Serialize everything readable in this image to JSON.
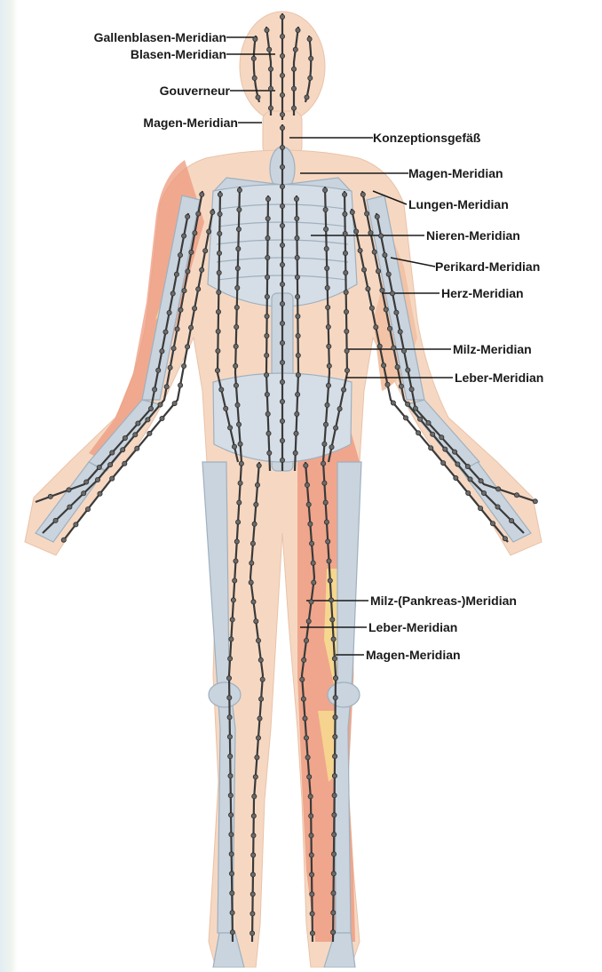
{
  "figure": {
    "colors": {
      "skin": "#f6d8c2",
      "muscle": "#ee9a7e",
      "muscle_light": "#f5c29c",
      "highlight": "#f7df8f",
      "bone": "#c9d4de",
      "meridian_line": "#3a3a3a",
      "label_text": "#1a1a1a"
    },
    "labels_left": [
      {
        "id": "gallenblasen",
        "text": "Gallenblasen-Meridian"
      },
      {
        "id": "blasen",
        "text": "Blasen-Meridian"
      },
      {
        "id": "gouverneur",
        "text": "Gouverneur"
      },
      {
        "id": "magen-head",
        "text": "Magen-Meridian"
      }
    ],
    "labels_right": [
      {
        "id": "konzeption",
        "text": "Konzeptionsgefäß"
      },
      {
        "id": "magen-chest",
        "text": "Magen-Meridian"
      },
      {
        "id": "lungen",
        "text": "Lungen-Meridian"
      },
      {
        "id": "nieren",
        "text": "Nieren-Meridian"
      },
      {
        "id": "perikard",
        "text": "Perikard-Meridian"
      },
      {
        "id": "herz",
        "text": "Herz-Meridian"
      },
      {
        "id": "milz",
        "text": "Milz-Meridian"
      },
      {
        "id": "leber",
        "text": "Leber-Meridian"
      },
      {
        "id": "milz-pankreas",
        "text": "Milz-(Pankreas-)Meridian"
      },
      {
        "id": "leber-leg",
        "text": "Leber-Meridian"
      },
      {
        "id": "magen-leg",
        "text": "Magen-Meridian"
      }
    ]
  }
}
